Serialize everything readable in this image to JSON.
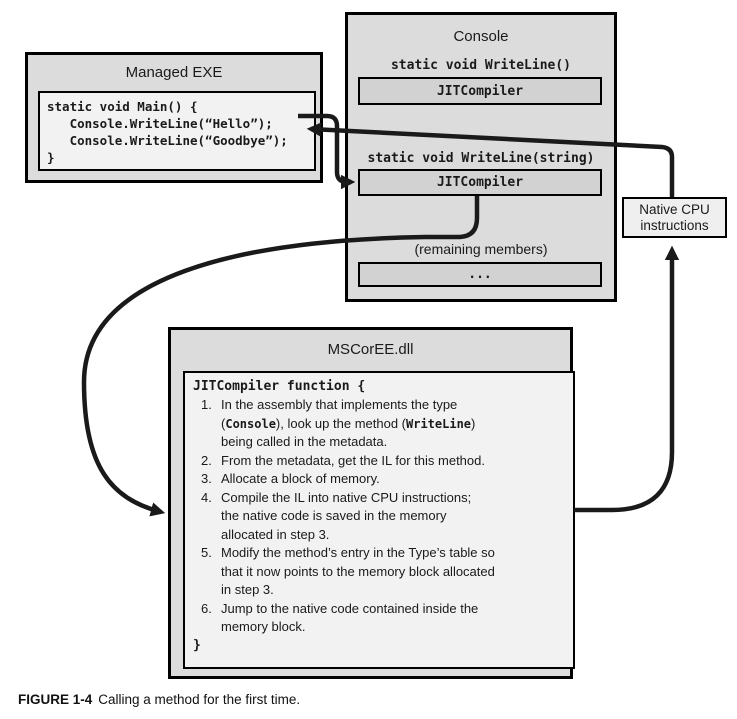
{
  "managed_exe": {
    "title": "Managed EXE",
    "code_lines": [
      "static void Main() {",
      "   Console.WriteLine(“Hello”);",
      "   Console.WriteLine(“Goodbye”);",
      "}"
    ]
  },
  "console": {
    "title": "Console",
    "method1_label": "static void WriteLine()",
    "method1_body": "JITCompiler",
    "method2_label": "static void WriteLine(string)",
    "method2_body": "JITCompiler",
    "remaining_label": "(remaining members)",
    "remaining_body": "..."
  },
  "native_cpu": {
    "label": "Native CPU\ninstructions"
  },
  "mscoree": {
    "title": "MSCorEE.dll",
    "function_open": "JITCompiler function {",
    "function_close": "}",
    "steps": [
      {
        "num": "1.",
        "segments": [
          {
            "t": "In the assembly that implements the type\n("
          },
          {
            "t": "Console",
            "code": true
          },
          {
            "t": "), look up the method ("
          },
          {
            "t": "WriteLine",
            "code": true
          },
          {
            "t": ")\nbeing called in the metadata."
          }
        ]
      },
      {
        "num": "2.",
        "segments": [
          {
            "t": "From the metadata, get the IL for this method."
          }
        ]
      },
      {
        "num": "3.",
        "segments": [
          {
            "t": "Allocate a block of memory."
          }
        ]
      },
      {
        "num": "4.",
        "segments": [
          {
            "t": "Compile the IL into native CPU instructions;\nthe native code is saved in the memory\nallocated in step 3."
          }
        ]
      },
      {
        "num": "5.",
        "segments": [
          {
            "t": "Modify the method’s entry in the Type’s table so\nthat it now points to the memory block allocated\nin step 3."
          }
        ]
      },
      {
        "num": "6.",
        "segments": [
          {
            "t": "Jump to the native code contained inside the\nmemory block."
          }
        ]
      }
    ]
  },
  "caption": {
    "label": "FIGURE 1-4",
    "text": "Calling a method for the first time."
  },
  "colors": {
    "box_fill": "#dcdcdc",
    "inner_fill": "#f2f2f2",
    "slot_fill": "#d2d2d2",
    "border": "#000000",
    "arrow": "#1a1a1a"
  }
}
